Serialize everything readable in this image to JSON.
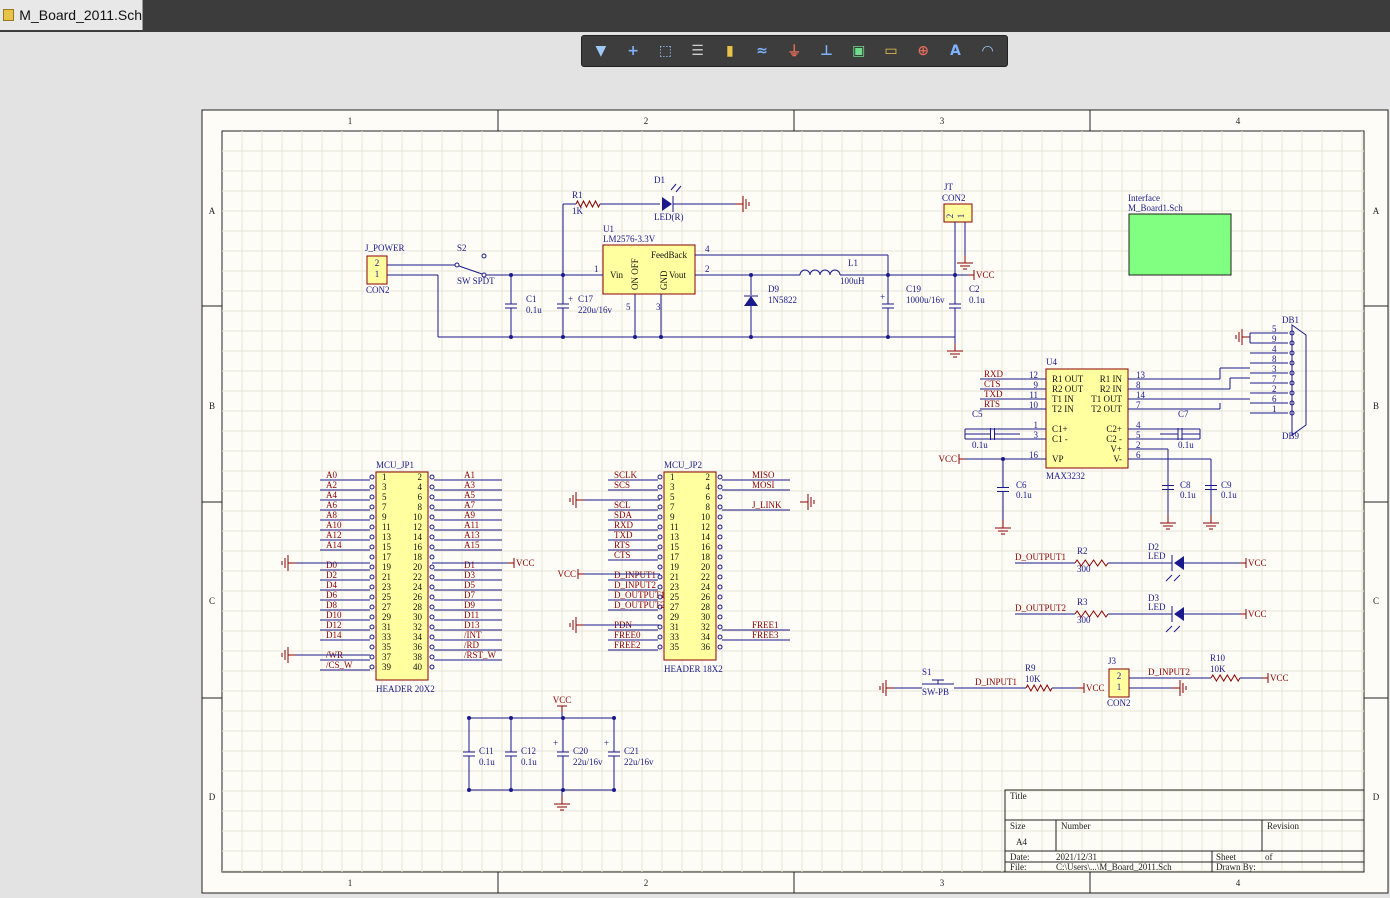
{
  "window": {
    "tab_title": "M_Board_2011.Sch"
  },
  "toolbar": {
    "tools": [
      {
        "name": "filter-icon",
        "glyph": "▼",
        "color": "#9ec9ff"
      },
      {
        "name": "crosshair-icon",
        "glyph": "+",
        "color": "#7fb2ff"
      },
      {
        "name": "select-rect-icon",
        "glyph": "⬚",
        "color": "#9ec9ff"
      },
      {
        "name": "align-icon",
        "glyph": "☰",
        "color": "#cfcfcf"
      },
      {
        "name": "component-icon",
        "glyph": "▮",
        "color": "#e8c34a"
      },
      {
        "name": "bus-icon",
        "glyph": "≈",
        "color": "#7fb2ff"
      },
      {
        "name": "ground-icon",
        "glyph": "⏚",
        "color": "#e06b5a"
      },
      {
        "name": "harness-icon",
        "glyph": "⊥",
        "color": "#7fb2ff"
      },
      {
        "name": "sheet-symbol-icon",
        "glyph": "▣",
        "color": "#6fdc8c"
      },
      {
        "name": "port-icon",
        "glyph": "▭",
        "color": "#e8c34a"
      },
      {
        "name": "no-erc-icon",
        "glyph": "⊕",
        "color": "#e06b5a"
      },
      {
        "name": "text-icon",
        "glyph": "A",
        "color": "#7fb2ff"
      },
      {
        "name": "arc-icon",
        "glyph": "◠",
        "color": "#9ec9ff"
      }
    ]
  },
  "sheet": {
    "zones_x": [
      "1",
      "2",
      "3",
      "4"
    ],
    "zones_y": [
      "A",
      "B",
      "C",
      "D"
    ]
  },
  "title_block": {
    "title_label": "Title",
    "size_label": "Size",
    "size_value": "A4",
    "number_label": "Number",
    "revision_label": "Revision",
    "date_label": "Date:",
    "date_value": "2021/12/31",
    "sheet_label": "Sheet",
    "of_label": "of",
    "file_label": "File:",
    "file_value": "C:\\Users\\...\\M_Board_2011.Sch",
    "drawn_label": "Drawn By:"
  },
  "components": {
    "j_power": {
      "ref": "J_POWER",
      "value": "CON2",
      "pins": [
        "2",
        "1"
      ]
    },
    "s2": {
      "ref": "S2",
      "value": "SW SPDT"
    },
    "r1": {
      "ref": "R1",
      "value": "1K"
    },
    "d1": {
      "ref": "D1",
      "value": "LED(R)"
    },
    "u1": {
      "ref": "U1",
      "value": "LM2576-3.3V",
      "vin": "Vin",
      "onoff": "ON OFF",
      "gnd": "GND",
      "vout": "Vout",
      "feedback": "FeedBack",
      "pins": [
        "1",
        "2",
        "3",
        "4",
        "5"
      ]
    },
    "c1": {
      "ref": "C1",
      "value": "0.1u"
    },
    "c17": {
      "ref": "C17",
      "value": "220u/16v"
    },
    "d9": {
      "ref": "D9",
      "value": "1N5822"
    },
    "l1": {
      "ref": "L1",
      "value": "100uH"
    },
    "c19": {
      "ref": "C19",
      "value": "1000u/16v"
    },
    "c2": {
      "ref": "C2",
      "value": "0.1u"
    },
    "jt": {
      "ref": "JT",
      "value": "CON2",
      "pins": [
        "2",
        "1"
      ]
    },
    "interface": {
      "label1": "Interface",
      "label2": "M_Board1.Sch"
    },
    "db1": {
      "ref": "DB1",
      "value": "DB9",
      "pins": [
        "5",
        "9",
        "4",
        "8",
        "3",
        "7",
        "2",
        "6",
        "1"
      ]
    },
    "u4": {
      "ref": "U4",
      "value": "MAX3232",
      "left_pins": [
        {
          "n": "12",
          "l": "R1 OUT"
        },
        {
          "n": "9",
          "l": "R2 OUT"
        },
        {
          "n": "11",
          "l": "T1 IN"
        },
        {
          "n": "10",
          "l": "T2 IN"
        },
        {
          "n": "1",
          "l": "C1+"
        },
        {
          "n": "3",
          "l": "C1 -"
        },
        {
          "n": "16",
          "l": "VP"
        }
      ],
      "right_pins": [
        {
          "n": "13",
          "l": "R1 IN"
        },
        {
          "n": "8",
          "l": "R2 IN"
        },
        {
          "n": "14",
          "l": "T1 OUT"
        },
        {
          "n": "7",
          "l": "T2 OUT"
        },
        {
          "n": "4",
          "l": "C2+"
        },
        {
          "n": "5",
          "l": "C2 -"
        },
        {
          "n": "2",
          "l": "V+"
        },
        {
          "n": "6",
          "l": "V-"
        }
      ]
    },
    "c5": {
      "ref": "C5",
      "value": "0.1u"
    },
    "c7": {
      "ref": "C7",
      "value": "0.1u"
    },
    "c6": {
      "ref": "C6",
      "value": "0.1u"
    },
    "c8": {
      "ref": "C8",
      "value": "0.1u"
    },
    "c9": {
      "ref": "C9",
      "value": "0.1u"
    },
    "r2": {
      "ref": "R2",
      "value": "300"
    },
    "d2": {
      "ref": "D2",
      "value": "LED"
    },
    "r3": {
      "ref": "R3",
      "value": "300"
    },
    "d3": {
      "ref": "D3",
      "value": "LED"
    },
    "s1": {
      "ref": "S1",
      "value": "SW-PB"
    },
    "r9": {
      "ref": "R9",
      "value": "10K"
    },
    "j3": {
      "ref": "J3",
      "value": "CON2",
      "pins": [
        "2",
        "1"
      ]
    },
    "r10": {
      "ref": "R10",
      "value": "10K"
    },
    "c11": {
      "ref": "C11",
      "value": "0.1u"
    },
    "c12": {
      "ref": "C12",
      "value": "0.1u"
    },
    "c20": {
      "ref": "C20",
      "value": "22u/16v"
    },
    "c21": {
      "ref": "C21",
      "value": "22u/16v"
    },
    "mcu_jp1": {
      "ref": "MCU_JP1",
      "value": "HEADER 20X2",
      "left": [
        "A0",
        "A2",
        "A4",
        "A6",
        "A8",
        "A10",
        "A12",
        "A14",
        "",
        "D0",
        "D2",
        "D4",
        "D6",
        "D8",
        "D10",
        "D12",
        "D14",
        "",
        "/WR",
        "/CS_W"
      ],
      "right": [
        "A1",
        "A3",
        "A5",
        "A7",
        "A9",
        "A11",
        "A13",
        "A15",
        "",
        "D1",
        "D3",
        "D5",
        "D7",
        "D9",
        "D11",
        "D13",
        "/INT",
        "/RD",
        "/RST_W",
        ""
      ]
    },
    "mcu_jp2": {
      "ref": "MCU_JP2",
      "value": "HEADER 18X2",
      "left": [
        "SCLK",
        "SCS",
        "",
        "SCL",
        "SDA",
        "RXD",
        "TXD",
        "RTS",
        "CTS",
        "",
        "D_INPUT1",
        "D_INPUT2",
        "D_OUTPUT1",
        "D_OUTPUT2",
        "",
        "PDN",
        "FREE0",
        "FREE2"
      ],
      "right": [
        "MISO",
        "MOSI",
        "",
        "J_LINK",
        "",
        "",
        "",
        "",
        "",
        "",
        "",
        "",
        "",
        "",
        "",
        "FREE1",
        "FREE3",
        ""
      ]
    }
  },
  "nets": {
    "vcc": "VCC",
    "rxd": "RXD",
    "cts": "CTS",
    "txd": "TXD",
    "rts": "RTS",
    "d_output1": "D_OUTPUT1",
    "d_output2": "D_OUTPUT2",
    "d_input1": "D_INPUT1",
    "d_input2": "D_INPUT2"
  },
  "colors": {
    "wire": "#1a1a8c",
    "part_fill": "#ffffa0",
    "part_stroke": "#8b0000",
    "net": "#8b0000",
    "text": "#1a1a8c",
    "sheet_bg": "#fdfcf6",
    "grid": "#e9e6d8",
    "power": "#8b0000",
    "sheet_symbol": "#80ff80"
  }
}
